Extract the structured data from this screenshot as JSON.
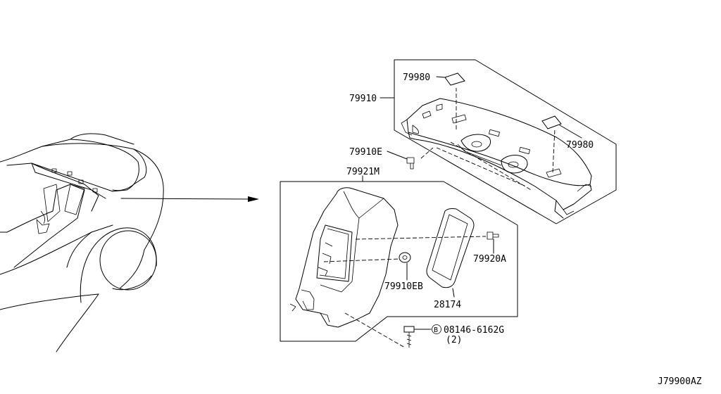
{
  "parts": {
    "rear_parcel_shelf": "79910",
    "shelf_cover": "79980",
    "shelf_clip": "79910E",
    "side_finisher": "79921M",
    "finisher_clip": "79910EB",
    "screw": "79920A",
    "cover_panel": "28174",
    "bolt": "08146-6162G",
    "bolt_qty": "(2)",
    "bolt_prefix": "B"
  },
  "diagram_code": "J79900AZ"
}
